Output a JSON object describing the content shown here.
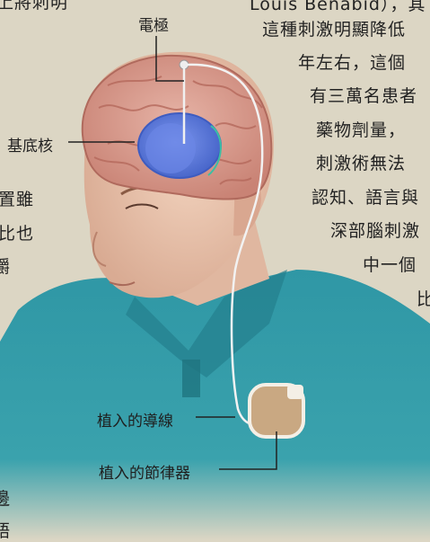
{
  "labels": {
    "electrode": "電極",
    "basal_ganglia": "基底核",
    "implanted_lead": "植入的導線",
    "implanted_pacemaker": "植入的節律器"
  },
  "right_column": [
    "Louis Benabid），其",
    "這種刺激明顯降低",
    "年左右，這個",
    "有三萬名患者",
    "藥物劑量，",
    "刺激術無法",
    "認知、語言與",
    "深部腦刺激",
    "中一個",
    "比"
  ],
  "left_column": [
    "上將刺明",
    "置雖",
    "比也",
    "嚼",
    "邊",
    "語"
  ],
  "colors": {
    "background": "#dcd6c4",
    "shirt": "#2b8f9e",
    "brain": "#d99a90",
    "basal_ganglia": "#5b78d6",
    "pacemaker": "#c9a882"
  }
}
